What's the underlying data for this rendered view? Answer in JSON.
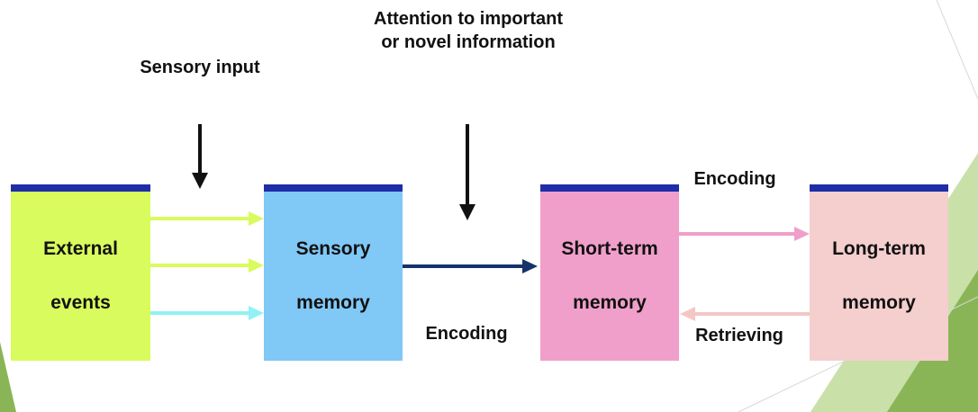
{
  "top_labels": {
    "sensory_input": "Sensory input",
    "attention_line1": "Attention to important",
    "attention_line2": "or novel information"
  },
  "boxes": {
    "external": {
      "line1": "External",
      "line2": "events",
      "color": "#d9fb5e"
    },
    "sensory": {
      "line1": "Sensory",
      "line2": "memory",
      "color": "#80c8f6"
    },
    "short_term": {
      "line1": "Short-term",
      "line2": "memory",
      "color": "#f09fca"
    },
    "long_term": {
      "line1": "Long-term",
      "line2": "memory",
      "color": "#f5cece"
    }
  },
  "arrow_labels": {
    "encoding_mid": "Encoding",
    "encoding_top": "Encoding",
    "retrieving": "Retrieving"
  },
  "colors": {
    "bar": "#1f2ea8",
    "arrow_dark": "#16326b",
    "arrow_lime": "#d9fb5e",
    "arrow_cyan": "#8ff2f4",
    "arrow_pink": "#f09fca",
    "arrow_lightpink": "#f5c6c6",
    "accent_green": "#8ab556"
  }
}
